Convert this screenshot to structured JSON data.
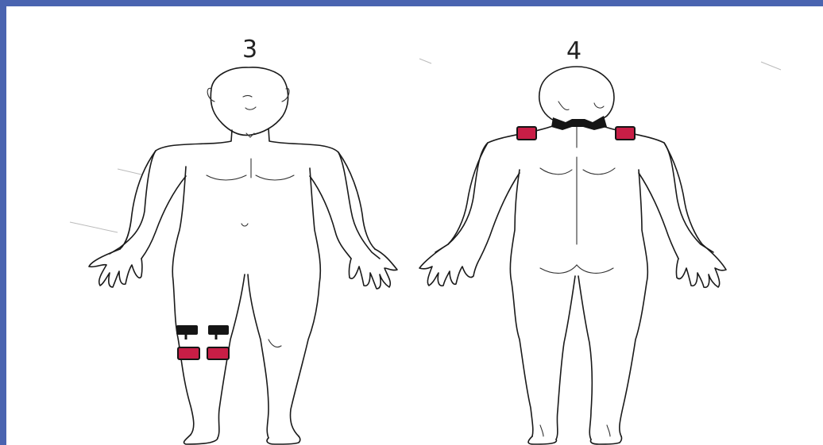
{
  "figures": [
    {
      "label": "3",
      "view": "front"
    },
    {
      "label": "4",
      "view": "back"
    }
  ],
  "colors": {
    "frame_border": "#4a64b0",
    "black_electrode": "#151515",
    "red_electrode": "#c81e46"
  }
}
